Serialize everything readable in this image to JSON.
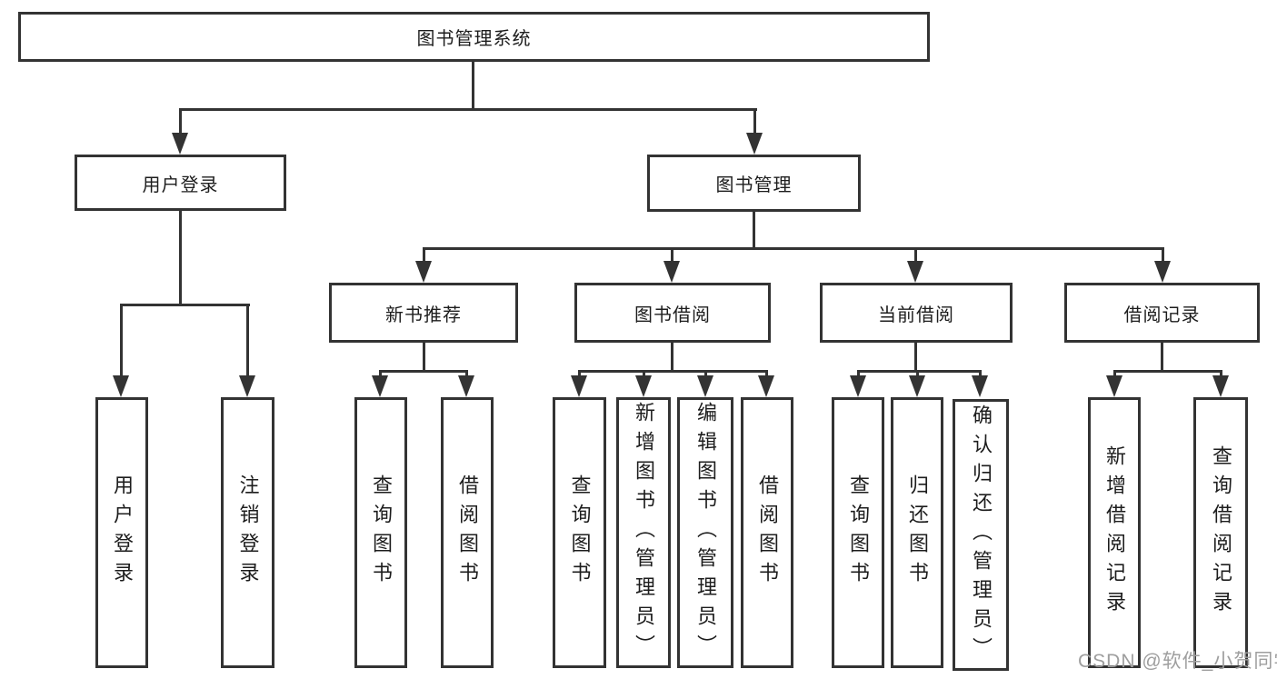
{
  "tree": {
    "root": {
      "label": "图书管理系统",
      "children": [
        {
          "label": "用户登录",
          "children": [
            {
              "label": "用户登录"
            },
            {
              "label": "注销登录"
            }
          ]
        },
        {
          "label": "图书管理",
          "children": [
            {
              "label": "新书推荐",
              "children": [
                {
                  "label": "查询图书"
                },
                {
                  "label": "借阅图书"
                }
              ]
            },
            {
              "label": "图书借阅",
              "children": [
                {
                  "label": "查询图书"
                },
                {
                  "label": "新增图书（管理员）"
                },
                {
                  "label": "编辑图书（管理员）"
                },
                {
                  "label": "借阅图书"
                }
              ]
            },
            {
              "label": "当前借阅",
              "children": [
                {
                  "label": "查询图书"
                },
                {
                  "label": "归还图书"
                },
                {
                  "label": "确认归还（管理员）"
                }
              ]
            },
            {
              "label": "借阅记录",
              "children": [
                {
                  "label": "新增借阅记录"
                },
                {
                  "label": "查询借阅记录"
                }
              ]
            }
          ]
        }
      ]
    }
  },
  "watermark": {
    "text": "CSDN @软件_小贺同学"
  },
  "colors": {
    "line": "#333333",
    "text": "#1d1d1d",
    "watermark": "#9e9e9e"
  }
}
